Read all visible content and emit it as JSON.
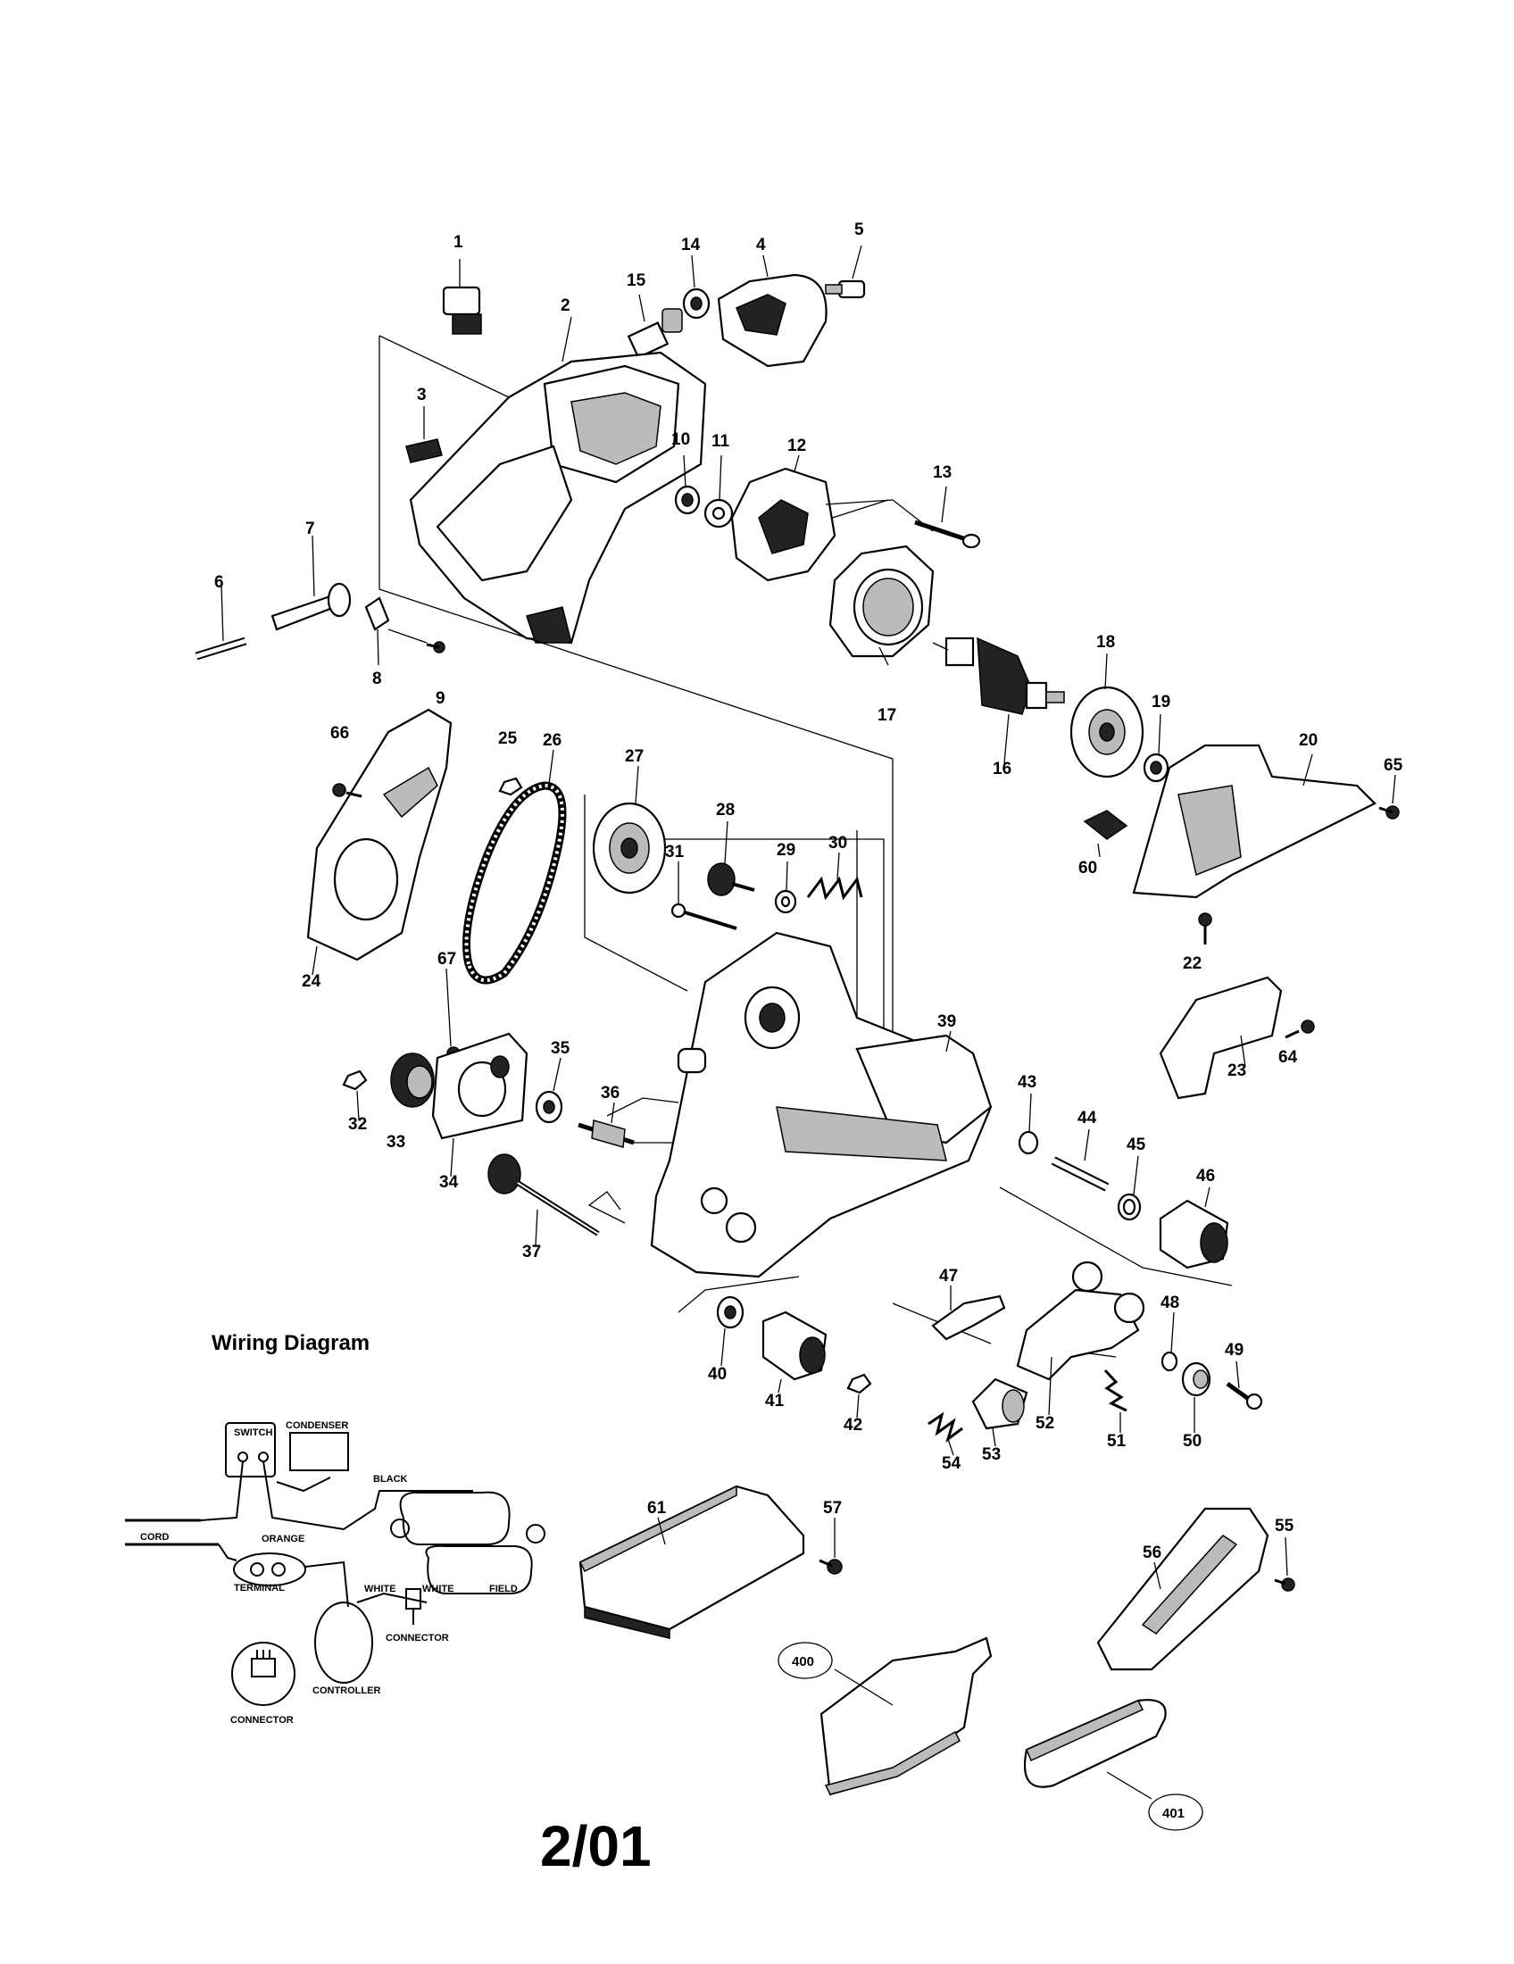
{
  "diagram": {
    "part_numbers": [
      "1",
      "2",
      "3",
      "4",
      "5",
      "6",
      "7",
      "8",
      "9",
      "10",
      "11",
      "12",
      "13",
      "14",
      "15",
      "16",
      "17",
      "18",
      "19",
      "20",
      "22",
      "23",
      "24",
      "25",
      "26",
      "27",
      "28",
      "29",
      "30",
      "31",
      "32",
      "33",
      "34",
      "35",
      "36",
      "37",
      "39",
      "40",
      "41",
      "42",
      "43",
      "44",
      "45",
      "46",
      "47",
      "48",
      "49",
      "50",
      "51",
      "52",
      "53",
      "54",
      "55",
      "56",
      "57",
      "60",
      "61",
      "64",
      "65",
      "66",
      "67"
    ],
    "accessory_numbers": [
      "400",
      "401"
    ],
    "wiring": {
      "title": "Wiring Diagram",
      "labels": [
        "SWITCH",
        "CONDENSER",
        "BLACK",
        "CORD",
        "ORANGE",
        "TERMINAL",
        "WHITE",
        "WHITE",
        "FIELD",
        "CONNECTOR",
        "CONTROLLER",
        "CONNECTOR"
      ]
    },
    "date": "2/01"
  }
}
